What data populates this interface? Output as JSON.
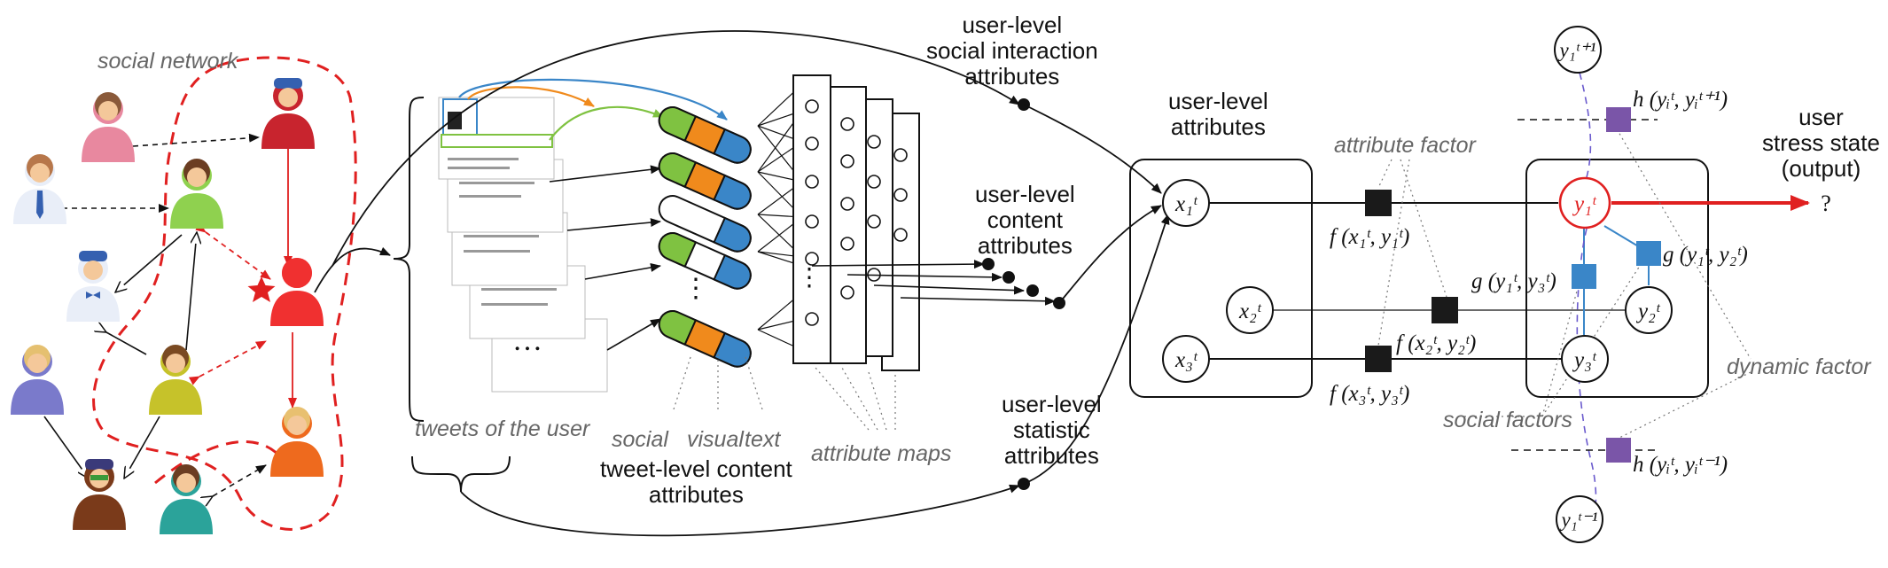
{
  "labels": {
    "social_network": "social network",
    "tweets_of_user": "tweets of the user",
    "social": "social",
    "visual": "visual",
    "text": "text",
    "tweet_level_1": "tweet-level content",
    "tweet_level_2": "attributes",
    "attribute_maps": "attribute maps",
    "ul_social_1": "user-level",
    "ul_social_2": "social interaction",
    "ul_social_3": "attributes",
    "ul_content_1": "user-level",
    "ul_content_2": "content",
    "ul_content_3": "attributes",
    "ul_stat_1": "user-level",
    "ul_stat_2": "statistic",
    "ul_stat_3": "attributes",
    "ul_attr_1": "user-level",
    "ul_attr_2": "attributes",
    "attribute_factor": "attribute factor",
    "social_factors": "social factors",
    "dynamic_factor": "dynamic factor",
    "output_1": "user",
    "output_2": "stress state",
    "output_3": "(output)",
    "question": "?",
    "ellipsis": "…",
    "vdots": "⋮"
  },
  "math": {
    "x1": "x₁ᵗ",
    "x2": "x₂ᵗ",
    "x3": "x₃ᵗ",
    "y1": "y₁ᵗ",
    "y2": "y₂ᵗ",
    "y3": "y₃ᵗ",
    "y1_next": "y₁ᵗ⁺¹",
    "y1_prev": "y₁ᵗ⁻¹",
    "f1": "f (x₁ᵗ, y₁ᵗ)",
    "f2": "f (x₂ᵗ, y₂ᵗ)",
    "f3": "f (x₃ᵗ, y₃ᵗ)",
    "g13": "g (y₁ᵗ, y₃ᵗ)",
    "g12": "g (y₁ᵗ, y₂ᵗ)",
    "h_next": "h (yᵢᵗ, yᵢᵗ⁺¹)",
    "h_prev": "h (yᵢᵗ, yᵢᵗ⁻¹)"
  },
  "colors": {
    "red": "#e02020",
    "blue": "#3a86c8",
    "orange": "#f08a1c",
    "green": "#7fc241",
    "purple": "#7a55a8",
    "factor_black": "#1a1a1a",
    "gray_text": "#666666"
  },
  "icons": {
    "person": "person-icon",
    "star": "star-icon",
    "tweet": "tweet-card-icon"
  }
}
